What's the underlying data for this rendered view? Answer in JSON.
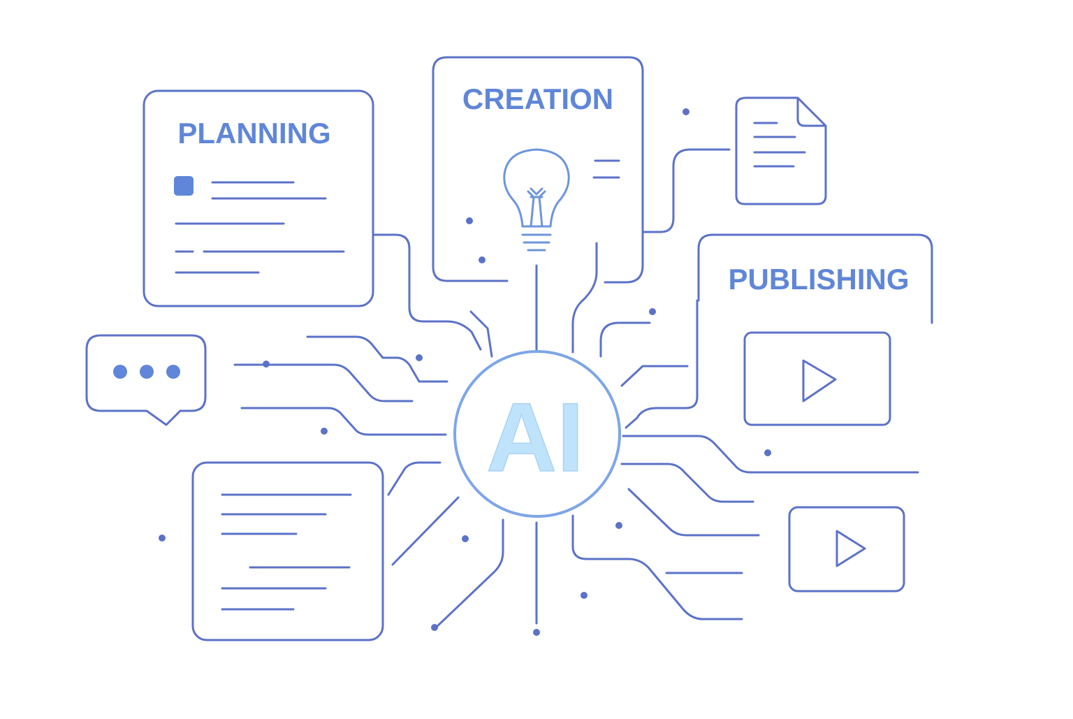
{
  "colors": {
    "line": "#5b72c8",
    "label": "#5f86d8",
    "ai_fill": "#bfe3fb",
    "ai_ring": "#7ea6e8",
    "background": "#ffffff"
  },
  "hub": {
    "label": "AI"
  },
  "panels": {
    "planning": {
      "title": "PLANNING"
    },
    "creation": {
      "title": "CREATION",
      "icon": "lightbulb-icon"
    },
    "publishing": {
      "title": "PUBLISHING",
      "icon": "play-icon"
    }
  },
  "extras": {
    "chat": {
      "icon": "chat-bubble-icon"
    },
    "document": {
      "icon": "document-icon"
    },
    "video_small": {
      "icon": "play-icon"
    },
    "text_block": {
      "icon": "text-lines-icon"
    }
  }
}
